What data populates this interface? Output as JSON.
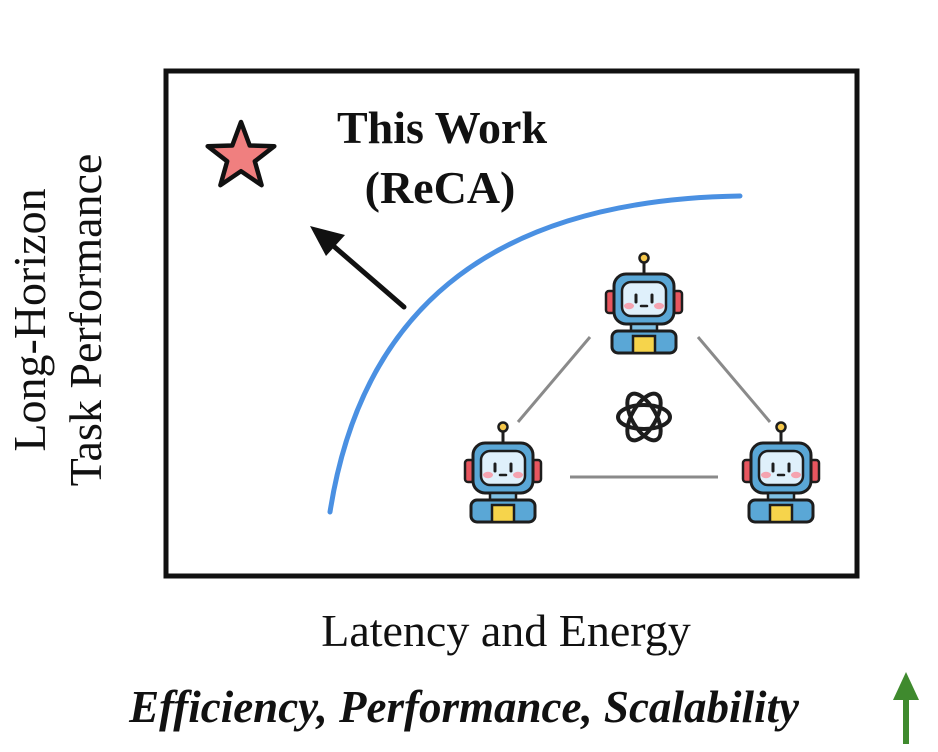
{
  "annotation": {
    "line1": "This Work",
    "line2": "(ReCA)"
  },
  "y_axis": {
    "line1": "Long-Horizon",
    "line2": "Task Performance"
  },
  "x_axis": {
    "label": "Latency and Energy"
  },
  "tagline": {
    "text": "Efficiency, Performance, Scalability"
  },
  "icons": {
    "star": "star-icon",
    "arrow": "arrow-up-left-icon",
    "robot": "robot-icon",
    "center_logo": "openai-logo-icon",
    "up_arrow": "up-arrow-icon"
  },
  "colors": {
    "frontier_curve": "#4a90e2",
    "star_fill": "#f07f7f",
    "up_arrow": "#3f8a2e",
    "connector": "#8a8a8a",
    "robot_body": "#5aa7d6",
    "robot_screen": "#dff0fb"
  }
}
